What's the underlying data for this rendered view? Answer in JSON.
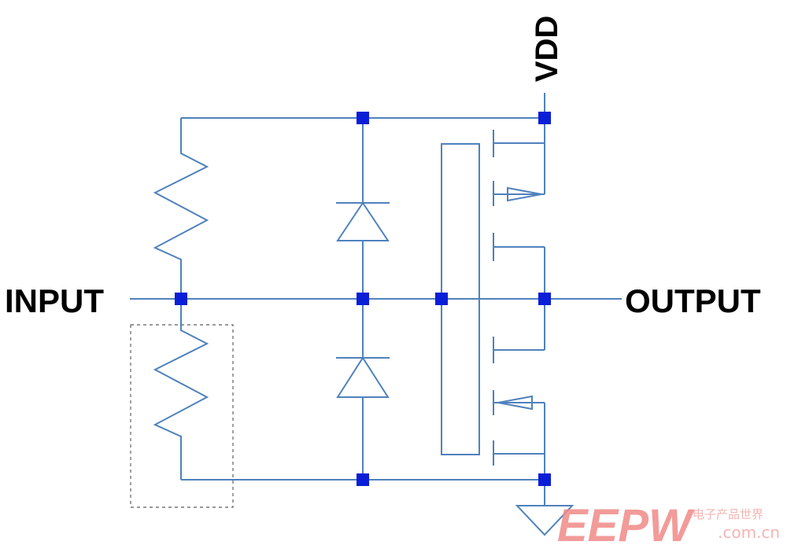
{
  "labels": {
    "vdd": "VDD",
    "input": "INPUT",
    "output": "OUTPUT"
  },
  "watermark": {
    "brand": "EEPW",
    "tagline": "电子产品世界",
    "domain": ".com.cn"
  },
  "colors": {
    "wire": "#4f81bd",
    "node": "#0a1ed8",
    "label": "#000000",
    "watermark": "#f08a88"
  }
}
